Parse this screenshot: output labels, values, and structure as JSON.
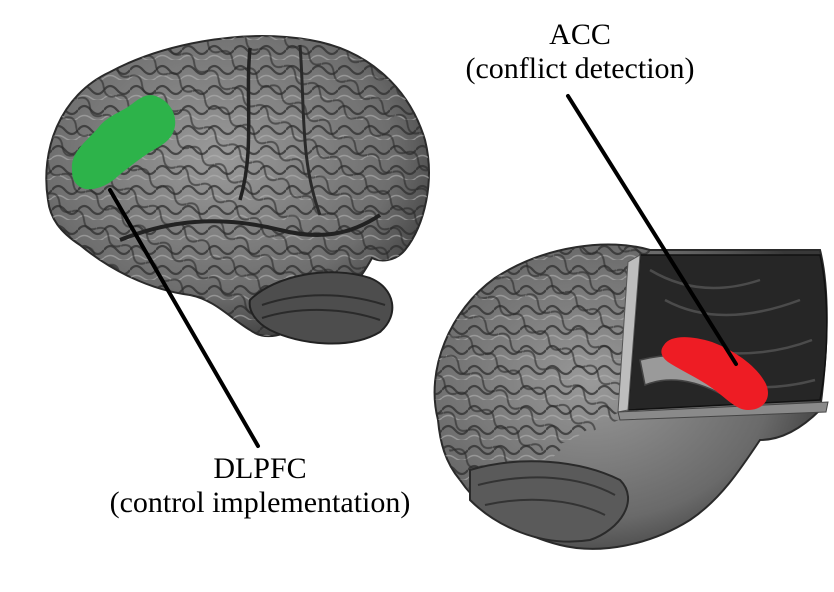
{
  "labels": {
    "acc": {
      "name": "ACC",
      "role": "(conflict detection)"
    },
    "dlpfc": {
      "name": "DLPFC",
      "role": "(control implementation)"
    }
  },
  "colors": {
    "dlpfc_region": "#2db34a",
    "acc_region": "#ee1c24",
    "brain_surface": "#7a7a7a",
    "brain_dark": "#3c3c3c",
    "leader_line": "#000000"
  }
}
